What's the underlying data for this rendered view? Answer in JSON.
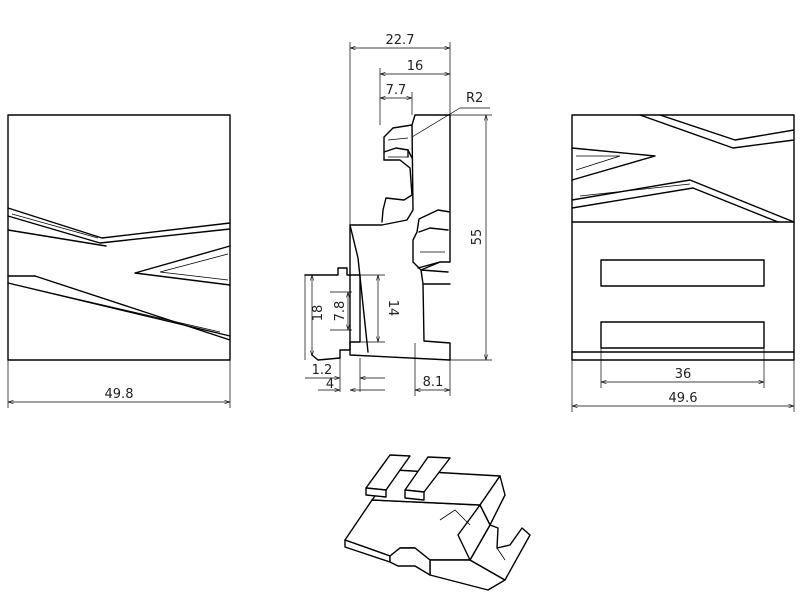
{
  "dimensions": {
    "left_width": "49.8",
    "top_width": "22.7",
    "top_slot_width": "16",
    "inner_width": "7.7",
    "radius": "R2",
    "height": "55",
    "foot_overall": "18",
    "foot_middle": "7.8",
    "foot_right": "14",
    "foot_offset": "1.2",
    "foot_base": "4",
    "bottom_step": "8.1",
    "rail_span": "36",
    "right_width": "49.6"
  }
}
